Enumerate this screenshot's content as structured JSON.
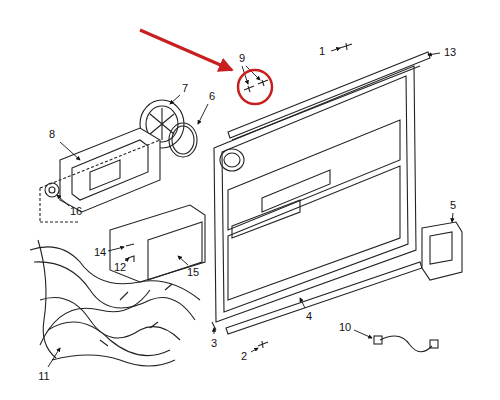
{
  "diagram": {
    "labels": [
      "9",
      "1",
      "13",
      "7",
      "6",
      "8",
      "5",
      "16",
      "14",
      "12",
      "15",
      "4",
      "3",
      "10",
      "2",
      "11"
    ]
  }
}
